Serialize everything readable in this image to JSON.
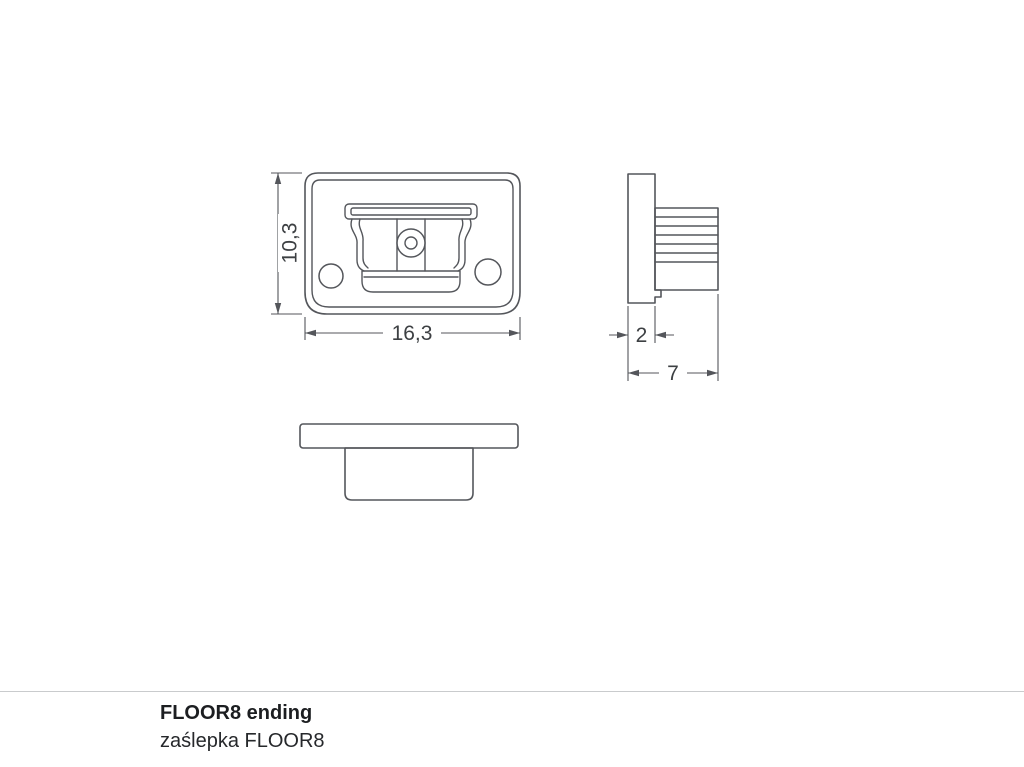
{
  "drawing": {
    "title": "FLOOR8 ending",
    "subtitle": "zaślepka FLOOR8",
    "dimensions": {
      "front_height": "10,3",
      "front_width": "16,3",
      "side_flange_thickness": "2",
      "side_total_depth": "7"
    },
    "colors": {
      "line": "#54565b",
      "dim_text": "#3d4043",
      "title_text": "#1c1e21",
      "rule": "#c9cbcd",
      "background": "#ffffff"
    }
  }
}
